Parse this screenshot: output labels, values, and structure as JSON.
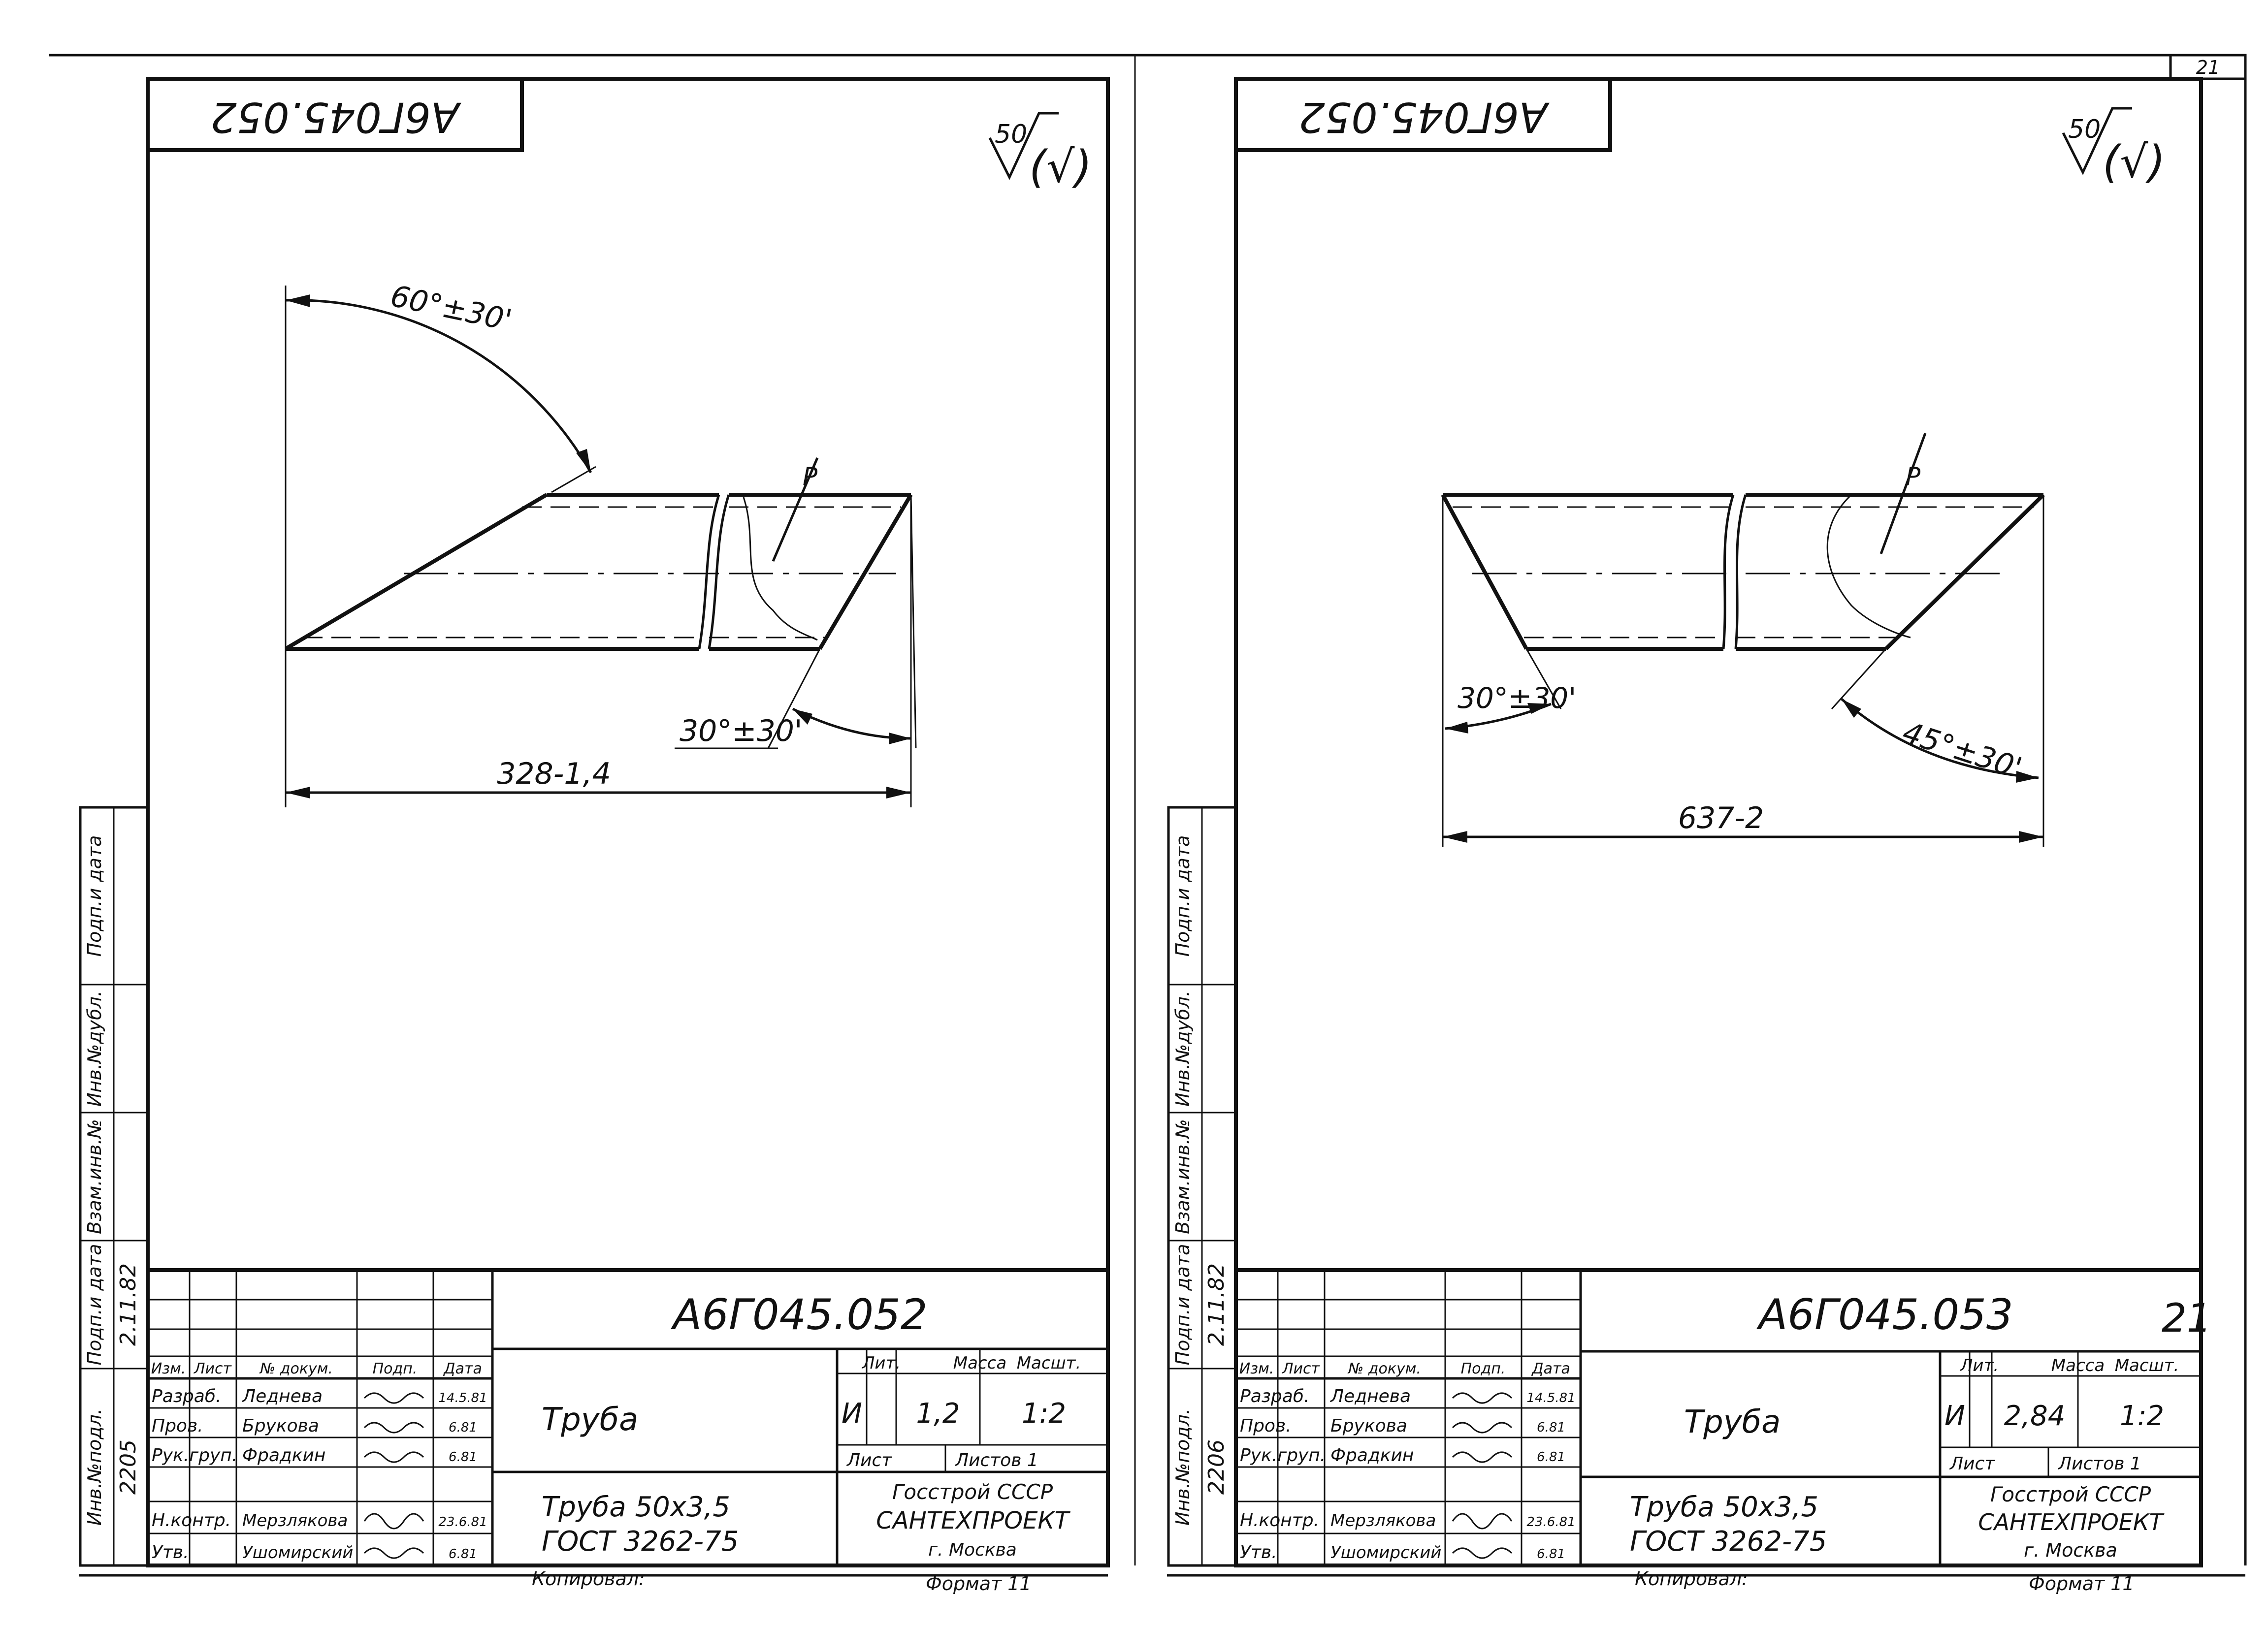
{
  "sheets": [
    {
      "stamp_code": "А6Г045.052",
      "roughness": "50",
      "roughness_suffix": "(√)",
      "angle_top": "60°±30'",
      "angle_bottom": "30°±30'",
      "length": "328-1,4",
      "weld_symbol": "Р",
      "side_labels": [
        "Инв.№подл.",
        "Подп.и дата",
        "Взам.инв.№",
        "Инв.№дубл.",
        "Подп.и дата"
      ],
      "side_values": [
        "2205",
        "2.11.82"
      ],
      "title_block": {
        "code": "А6Г045.052",
        "name": "Труба",
        "material_line1": "Труба 50х3,5",
        "material_line2": "ГОСТ 3262-75",
        "lit_label": "Лит.",
        "mass_label": "Масса",
        "scale_label": "Масшт.",
        "lit_value": "И",
        "mass_value": "1,2",
        "scale_value": "1:2",
        "sheet_label": "Лист",
        "sheets_label": "Листов 1",
        "org_line1": "Госстрой СССР",
        "org_line2": "САНТЕХПРОЕКТ",
        "org_line3": "г. Москва",
        "col_headers": [
          "Изм.",
          "Лист",
          "№ докум.",
          "Подп.",
          "Дата"
        ],
        "roles": [
          "Разраб.",
          "Пров.",
          "Рук.груп.",
          "",
          "Н.контр.",
          "Утв."
        ],
        "names": [
          "Леднева",
          "Брукова",
          "Фрадкин",
          "",
          "Мерзлякова",
          "Ушомирский"
        ],
        "dates": [
          "14.5.81",
          "6.81",
          "6.81",
          "",
          "23.6.81",
          "6.81"
        ],
        "copied": "Копировал:",
        "format": "Формат 11"
      }
    },
    {
      "stamp_code": "А6Г045.052",
      "roughness": "50",
      "roughness_suffix": "(√)",
      "angle_left": "30°±30'",
      "angle_right": "45°±30'",
      "length": "637-2",
      "weld_symbol": "Р",
      "page_number": "21",
      "side_labels": [
        "Инв.№подл.",
        "Подп.и дата",
        "Взам.инв.№",
        "Инв.№дубл.",
        "Подп.и дата"
      ],
      "side_values": [
        "2206",
        "2.11.82"
      ],
      "title_block": {
        "code": "А6Г045.053",
        "sheet_mark": "21",
        "name": "Труба",
        "material_line1": "Труба 50х3,5",
        "material_line2": "ГОСТ 3262-75",
        "lit_label": "Лит.",
        "mass_label": "Масса",
        "scale_label": "Масшт.",
        "lit_value": "И",
        "mass_value": "2,84",
        "scale_value": "1:2",
        "sheet_label": "Лист",
        "sheets_label": "Листов 1",
        "org_line1": "Госстрой СССР",
        "org_line2": "САНТЕХПРОЕКТ",
        "org_line3": "г. Москва",
        "col_headers": [
          "Изм.",
          "Лист",
          "№ докум.",
          "Подп.",
          "Дата"
        ],
        "roles": [
          "Разраб.",
          "Пров.",
          "Рук.груп.",
          "",
          "Н.контр.",
          "Утв."
        ],
        "names": [
          "Леднева",
          "Брукова",
          "Фрадкин",
          "",
          "Мерзлякова",
          "Ушомирский"
        ],
        "dates": [
          "14.5.81",
          "6.81",
          "6.81",
          "",
          "23.6.81",
          "6.81"
        ],
        "copied": "Копировал:",
        "format": "Формат 11"
      }
    }
  ]
}
